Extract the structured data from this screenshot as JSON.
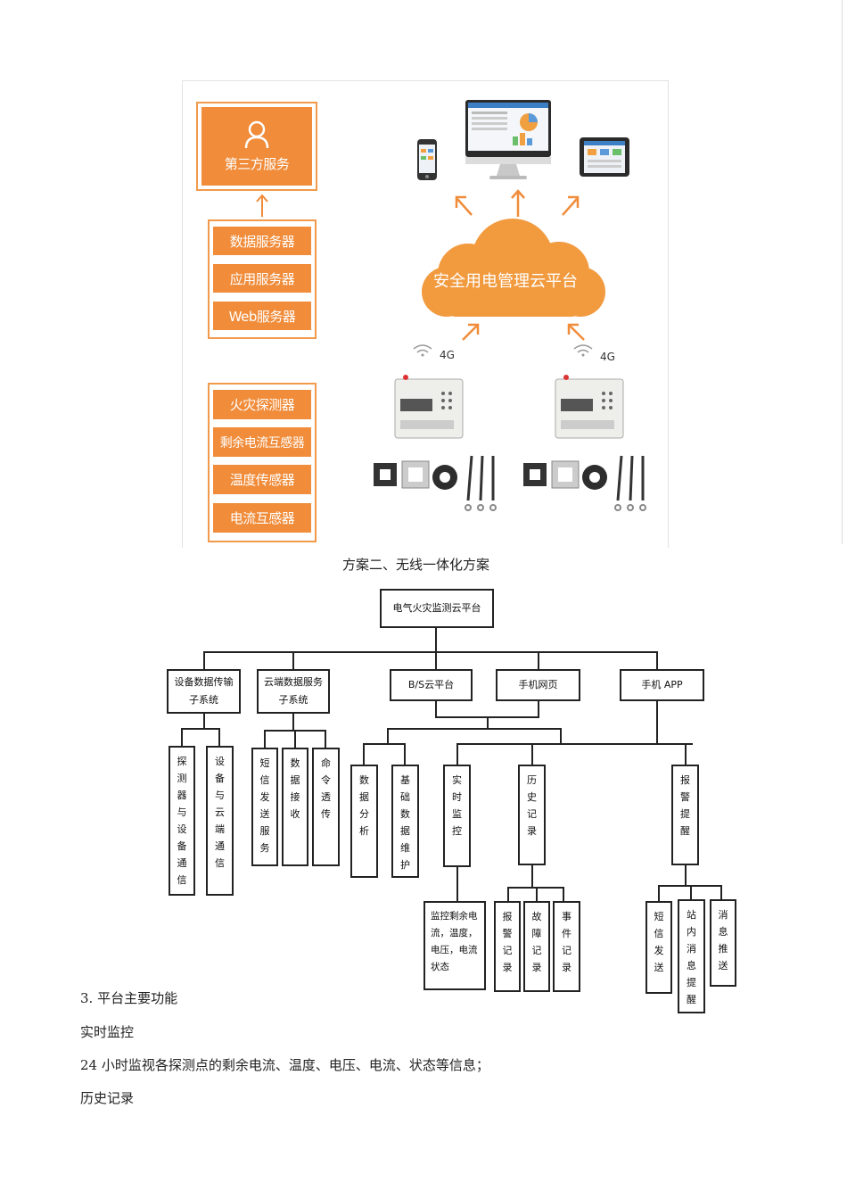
{
  "figure1": {
    "third_party": "第三方服务",
    "servers": [
      "数据服务器",
      "应用服务器",
      "Web服务器"
    ],
    "sensors": [
      "火灾探测器",
      "剩余电流互感器",
      "温度传感器",
      "电流互感器"
    ],
    "cloud_label": "安全用电管理云平台",
    "net_label_left": "4G",
    "net_label_right": "4G",
    "accent_color": "#f08c3a"
  },
  "caption": "方案二、无线一体化方案",
  "tree": {
    "root": "电气火灾监测云平台",
    "level1": [
      "设备数据传输子系统",
      "云端数据服务子系统",
      "B/S云平台",
      "手机网页",
      "手机 APP"
    ],
    "group1": [
      "探测器与设备通信",
      "设备与云端通信"
    ],
    "group2": [
      "短信发送服务",
      "数据接收",
      "命令透传"
    ],
    "group3": [
      "数据分析",
      "基础数据维护",
      "实时监控",
      "历史记录"
    ],
    "group4": [
      "报警提醒"
    ],
    "monitor_detail": "监控剩余电流，温度，电压，电流状态",
    "history_children": [
      "报警记录",
      "故障记录",
      "事件记录"
    ],
    "alarm_children": [
      "短信发送",
      "站内消息提醒",
      "消息推送"
    ]
  },
  "text": {
    "section_heading": "3. 平台主要功能",
    "item1_title": "实时监控",
    "item1_desc": "24 小时监视各探测点的剩余电流、温度、电压、电流、状态等信息；",
    "item2_title": "历史记录"
  }
}
